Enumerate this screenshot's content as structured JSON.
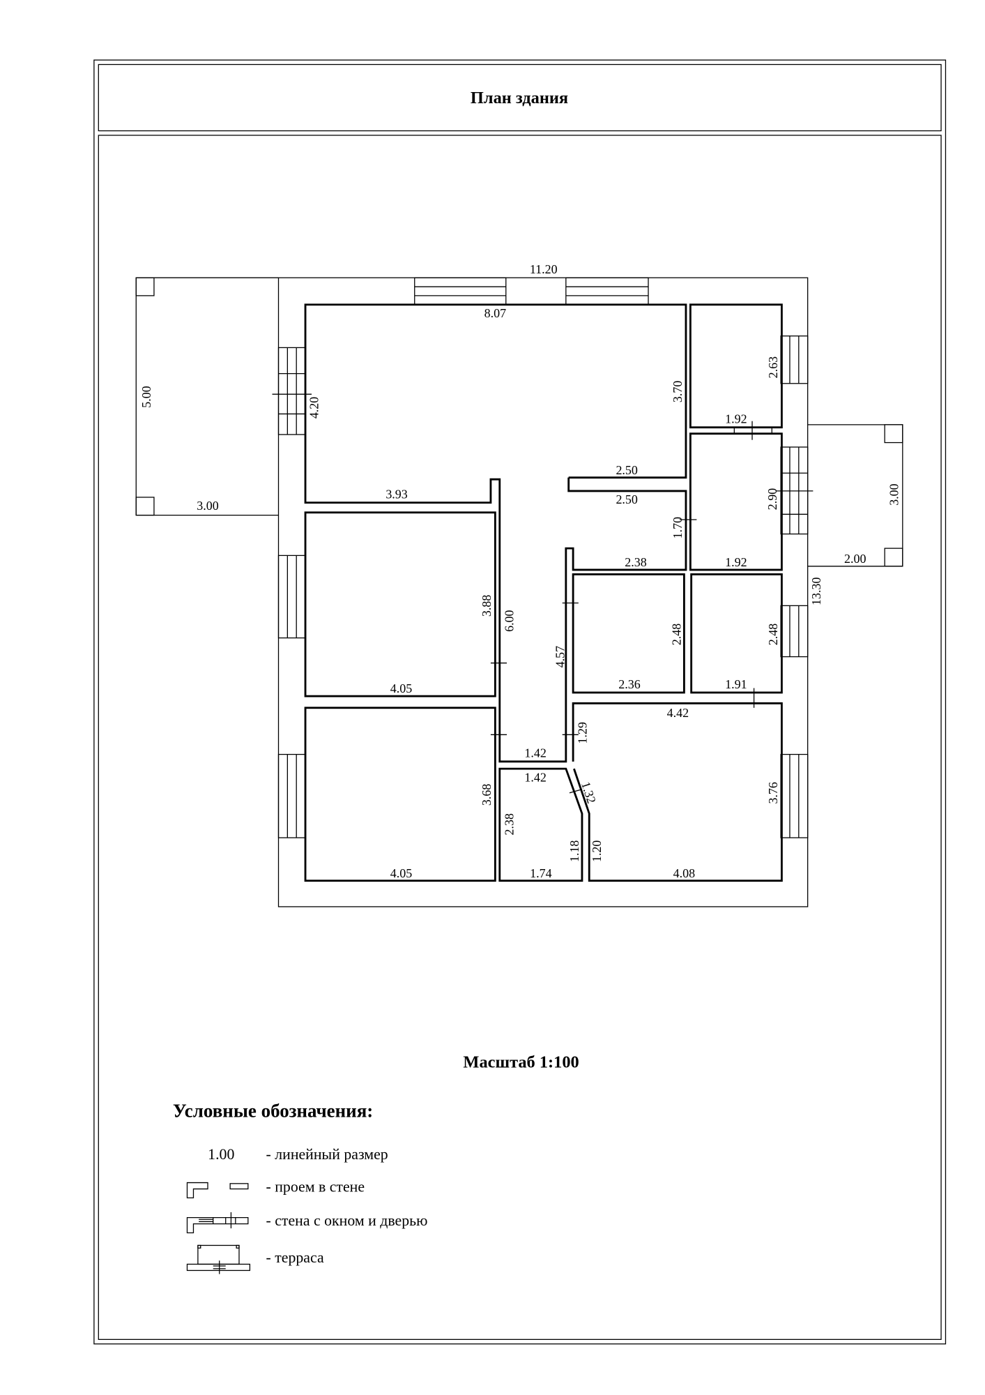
{
  "header": {
    "title": "План здания"
  },
  "plan": {
    "dimensions": [
      "11.20",
      "8.07",
      "5.00",
      "4.20",
      "3.70",
      "2.63",
      "1.92",
      "2.50",
      "2.50",
      "3.93",
      "3.00",
      "2.90",
      "1.70",
      "3.00",
      "2.38",
      "1.92",
      "2.00",
      "13.30",
      "3.88",
      "6.00",
      "2.48",
      "2.48",
      "4.57",
      "4.05",
      "2.36",
      "1.91",
      "4.42",
      "1.29",
      "1.42",
      "1.42",
      "1.32",
      "3.68",
      "3.76",
      "2.38",
      "1.18",
      "1.20",
      "4.05",
      "1.74",
      "4.08"
    ]
  },
  "scale": {
    "label": "Масштаб 1:100"
  },
  "legend": {
    "heading": "Условные обозначения:",
    "sample_dimension": "1.00",
    "items": [
      {
        "icon": "linear-dimension-icon",
        "label": "- линейный размер"
      },
      {
        "icon": "wall-opening-icon",
        "label": "- проем в стене"
      },
      {
        "icon": "wall-window-door-icon",
        "label": "- стена с окном и дверью"
      },
      {
        "icon": "terrace-icon",
        "label": "- терраса"
      }
    ]
  }
}
